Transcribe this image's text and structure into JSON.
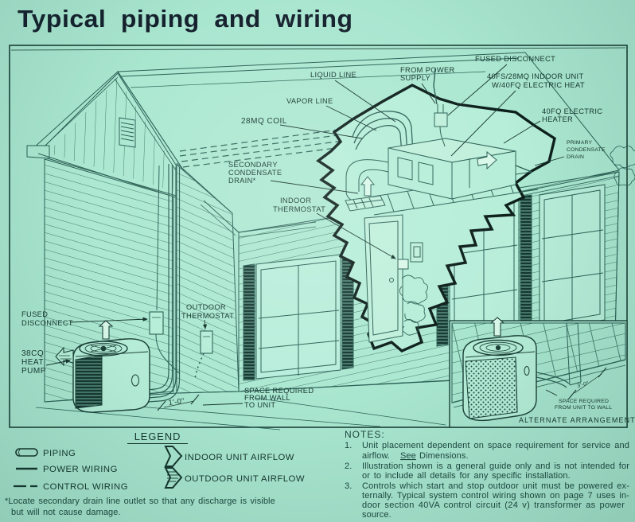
{
  "title": "Typical piping and wiring",
  "colors": {
    "background": "#a9e6d0",
    "ink": "#2d6156",
    "heavy_ink": "#0d1f1b",
    "label_ink": "#16352e",
    "title_ink": "#15212d"
  },
  "diagram": {
    "labels": {
      "liquid_line": "LIQUID LINE",
      "vapor_line": "VAPOR LINE",
      "coil": "28MQ COIL",
      "from_power_supply": [
        "FROM POWER",
        "SUPPLY"
      ],
      "fused_disconnect_indoor": "FUSED DISCONNECT",
      "indoor_unit": [
        "40FS/28MQ INDOOR UNIT",
        "W/40FQ ELECTRIC HEAT"
      ],
      "electric_heater": [
        "40FQ ELECTRIC",
        "HEATER"
      ],
      "primary_drain": [
        "PRIMARY",
        "CONDENSATE",
        "DRAIN"
      ],
      "secondary_drain": [
        "SECONDARY",
        "CONDENSATE",
        "DRAIN*"
      ],
      "indoor_thermostat": [
        "INDOOR",
        "THERMOSTAT"
      ],
      "outdoor_thermostat": [
        "OUTDOOR",
        "THERMOSTAT"
      ],
      "fused_disconnect_outdoor": [
        "FUSED",
        "DISCONNECT"
      ],
      "heat_pump": [
        "38CQ",
        "HEAT",
        "PUMP"
      ],
      "space_wall_unit": [
        "SPACE REQUIRED",
        "FROM WALL",
        "TO UNIT"
      ],
      "dim_wall": "1'-0\""
    },
    "alternate": {
      "dim": "3'-0\"",
      "space": [
        "SPACE REQUIRED",
        "FROM UNIT TO WALL"
      ],
      "caption": "ALTERNATE ARRANGEMENT"
    }
  },
  "legend": {
    "title": "LEGEND",
    "items": [
      {
        "icon": "piping-symbol",
        "label": "PIPING"
      },
      {
        "icon": "power-wiring-symbol",
        "label": "POWER WIRING"
      },
      {
        "icon": "control-wiring-symbol",
        "label": "CONTROL WIRING"
      },
      {
        "icon": "indoor-airflow-arrow",
        "label": "INDOOR UNIT AIRFLOW"
      },
      {
        "icon": "outdoor-airflow-arrow",
        "label": "OUTDOOR UNIT AIRFLOW"
      }
    ],
    "footnote": [
      "*Locate secondary drain line outlet so that any discharge is visible",
      "but will not cause damage."
    ]
  },
  "notes": {
    "heading": "NOTES:",
    "n1": {
      "num": "1.",
      "l1": "Unit placement dependent on space requirement for service and",
      "l2_pre": "airflow.",
      "l2_see": "See",
      "l2_post": "Dimensions."
    },
    "n2": {
      "num": "2.",
      "l1": "Illustration shown is a general guide only and is not intended for",
      "l2": "or to include all details for any specific installation."
    },
    "n3": {
      "num": "3.",
      "l1": "Controls which start and stop outdoor unit must be powered ex-",
      "l2": "ternally. Typical system control wiring shown on page 7 uses in-",
      "l3": "door section 40VA control circuit (24 v) transformer as power",
      "l4": "source."
    }
  }
}
